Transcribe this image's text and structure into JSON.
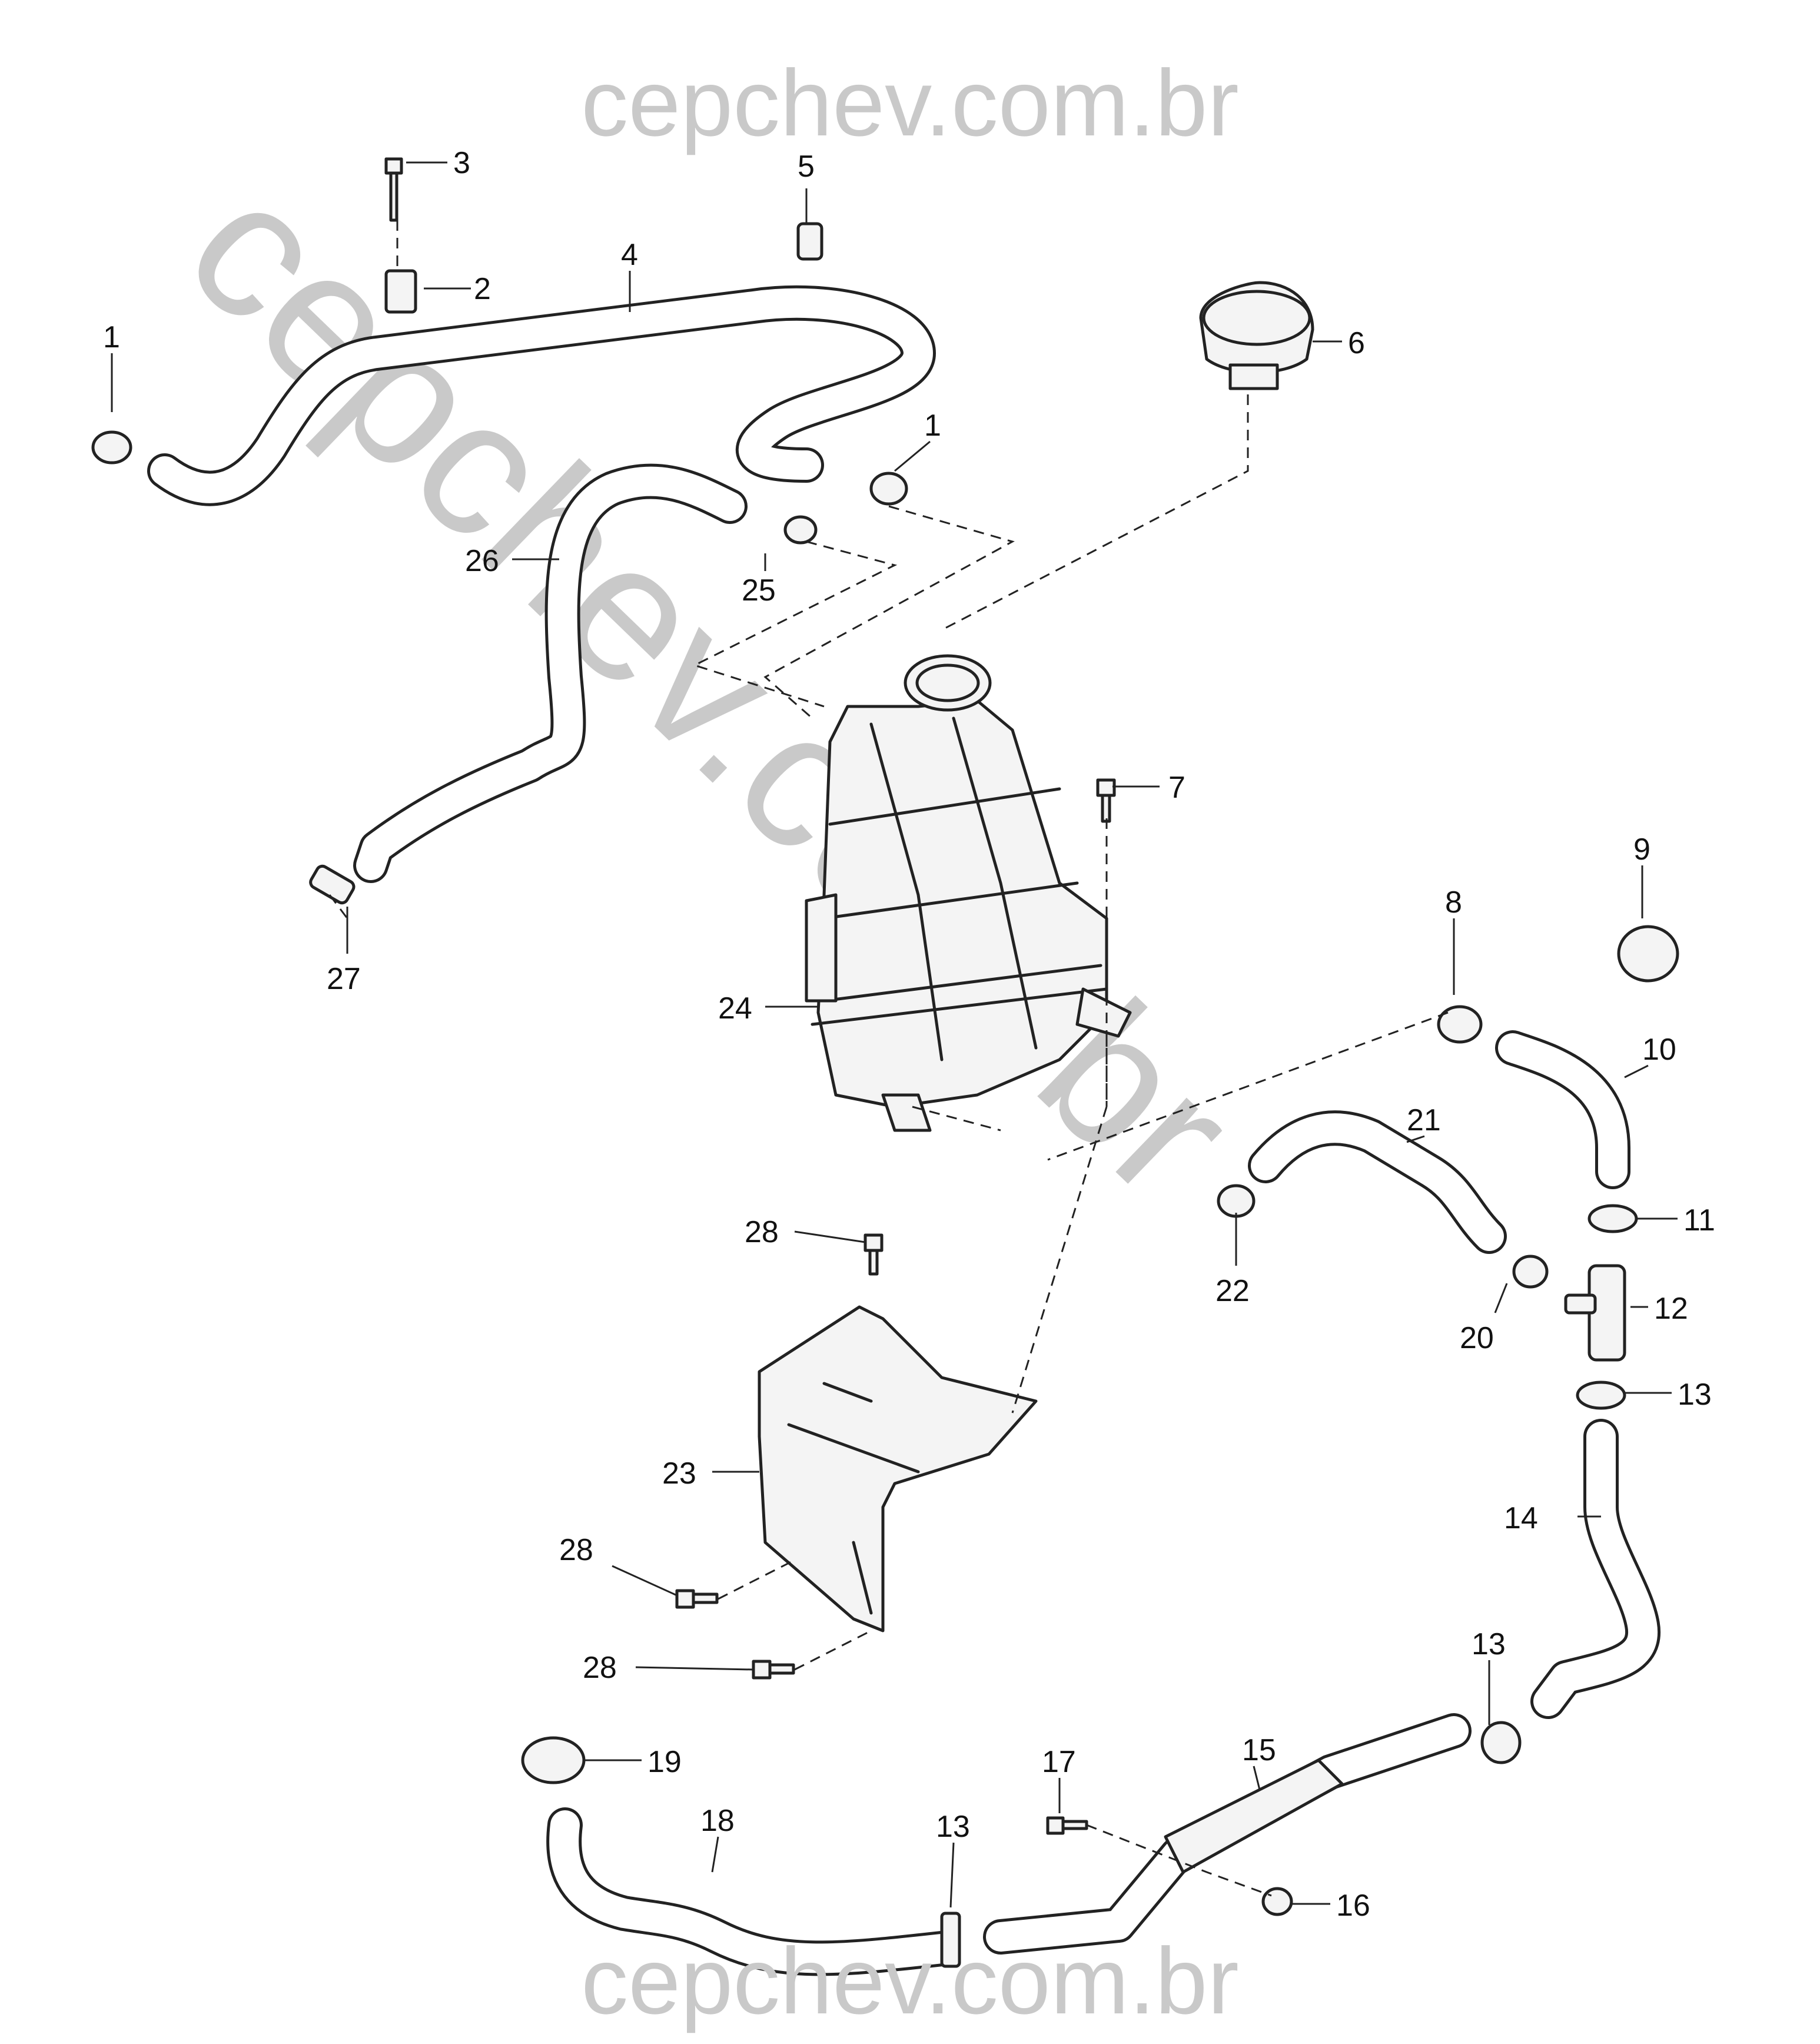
{
  "watermark": {
    "top": "cepchev.com.br",
    "diagonal": "cepchev.com.br",
    "bottom": "cepchev.com.br"
  },
  "callouts": [
    "1",
    "2",
    "3",
    "4",
    "5",
    "6",
    "1",
    "26",
    "25",
    "7",
    "9",
    "8",
    "10",
    "27",
    "24",
    "21",
    "11",
    "22",
    "20",
    "12",
    "28",
    "13",
    "14",
    "23",
    "28",
    "28",
    "13",
    "15",
    "17",
    "19",
    "18",
    "13",
    "16"
  ],
  "colors": {
    "line": "#222222",
    "watermark": "#c9c9c9",
    "background": "#ffffff"
  }
}
